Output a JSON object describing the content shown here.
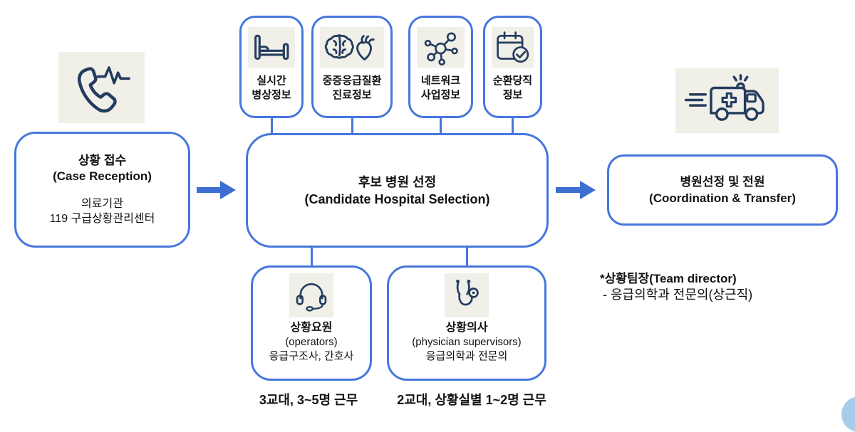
{
  "palette": {
    "border_blue": "#4677dd",
    "arrow_blue": "#3d6ed2",
    "icon_navy": "#243c5e",
    "icon_background": "#f0efe8",
    "corner_circle_blue": "#a8cdeb"
  },
  "flow": {
    "reception": {
      "icon": "phone-pulse-icon",
      "title_ko": "상황 접수",
      "title_en": "(Case Reception)",
      "body_line1": "의료기관",
      "body_line2": "119 구급상황관리센터"
    },
    "selection": {
      "title_ko": "후보 병원 선정",
      "title_en": "(Candidate Hospital Selection)"
    },
    "transfer": {
      "icon": "ambulance-icon",
      "title_ko": "병원선정 및 전원",
      "title_en": "(Coordination & Transfer)"
    }
  },
  "info_sources": [
    {
      "icon": "bed-icon",
      "label_line1": "실시간",
      "label_line2": "병상정보"
    },
    {
      "icon": "brain-heart-icon",
      "label_line1": "중증응급질환",
      "label_line2": "진료정보"
    },
    {
      "icon": "network-icon",
      "label_line1": "네트워크",
      "label_line2": "사업정보"
    },
    {
      "icon": "calendar-check-icon",
      "label_line1": "순환당직",
      "label_line2": "정보"
    }
  ],
  "staff": [
    {
      "icon": "headset-icon",
      "title_ko": "상황요원",
      "title_en": "(operators)",
      "detail": "응급구조사, 간호사",
      "caption": "3교대, 3~5명 근무"
    },
    {
      "icon": "stethoscope-icon",
      "title_ko": "상황의사",
      "title_en": "(physician supervisors)",
      "detail": "응급의학과 전문의",
      "caption": "2교대, 상황실별 1~2명 근무"
    }
  ],
  "note": {
    "title": "*상황팀장(Team director)",
    "detail": "- 응급의학과 전문의(상근직)"
  }
}
